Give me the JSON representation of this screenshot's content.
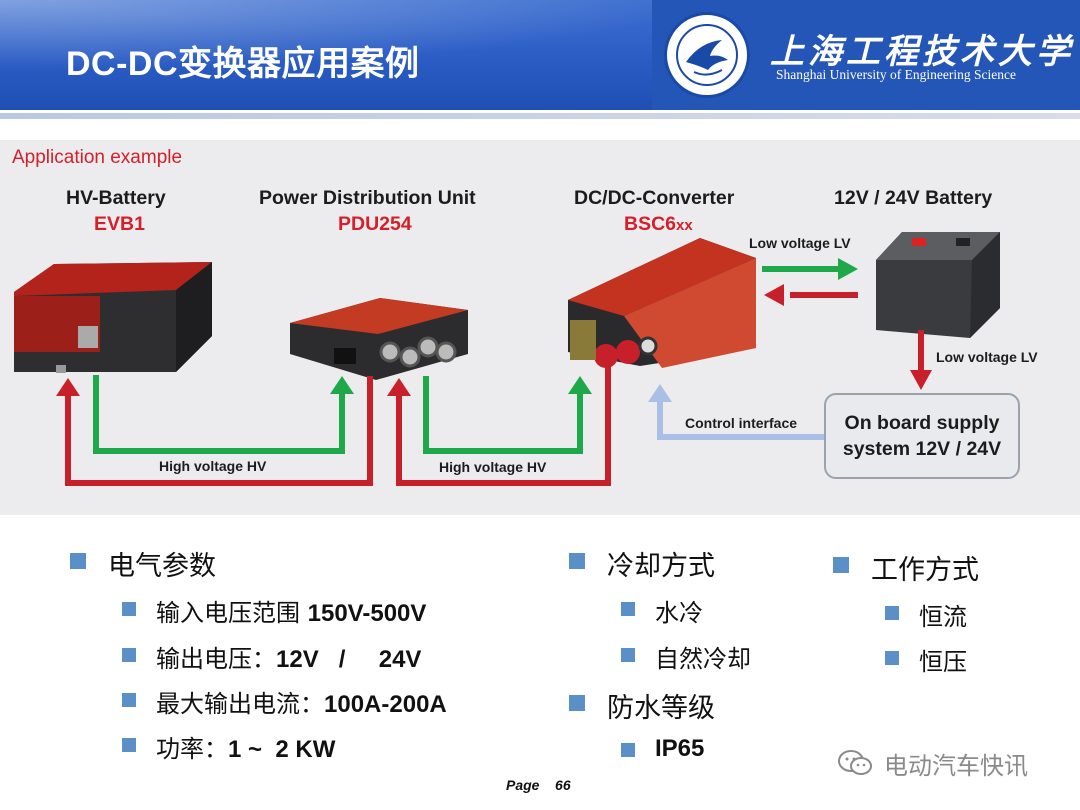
{
  "header": {
    "title": "DC-DC变换器应用案例",
    "university_cn": "上海工程技术大学",
    "university_en": "Shanghai University of Engineering Science"
  },
  "diagram": {
    "heading": "Application example",
    "components": [
      {
        "title": "HV-Battery",
        "code": "EVB1"
      },
      {
        "title": "Power Distribution Unit",
        "code": "PDU254"
      },
      {
        "title": "DC/DC-Converter",
        "code": "BSC6",
        "code_suffix": "xx"
      },
      {
        "title": "12V / 24V Battery",
        "code": ""
      }
    ],
    "labels": {
      "hv_left": "High voltage HV",
      "hv_right": "High voltage HV",
      "lv_top": "Low voltage LV",
      "lv_down": "Low voltage LV",
      "control": "Control interface"
    },
    "supply_box": {
      "line1": "On board supply",
      "line2": "system 12V / 24V"
    },
    "colors": {
      "red": "#c8202b",
      "green": "#1fa84a",
      "light_blue": "#a9bfe6",
      "device_red": "#c0281f"
    }
  },
  "bullets": {
    "col1": {
      "title": "电气参数",
      "items": [
        {
          "label": "输入电压范围 ",
          "value": "150V-500V"
        },
        {
          "label": "输出电压：",
          "value": "12V   /     24V"
        },
        {
          "label": "最大输出电流：",
          "value": "100A-200A"
        },
        {
          "label": "功率：",
          "value": "1 ~  2 KW"
        }
      ]
    },
    "col2": {
      "title": "冷却方式",
      "items": [
        "水冷",
        "自然冷却"
      ],
      "title2": "防水等级",
      "items2": [
        "IP65"
      ]
    },
    "col3": {
      "title": "工作方式",
      "items": [
        "恒流",
        "恒压"
      ]
    }
  },
  "footer": {
    "page_label": "Page",
    "page_number": "66",
    "watermark": "电动汽车快讯"
  }
}
